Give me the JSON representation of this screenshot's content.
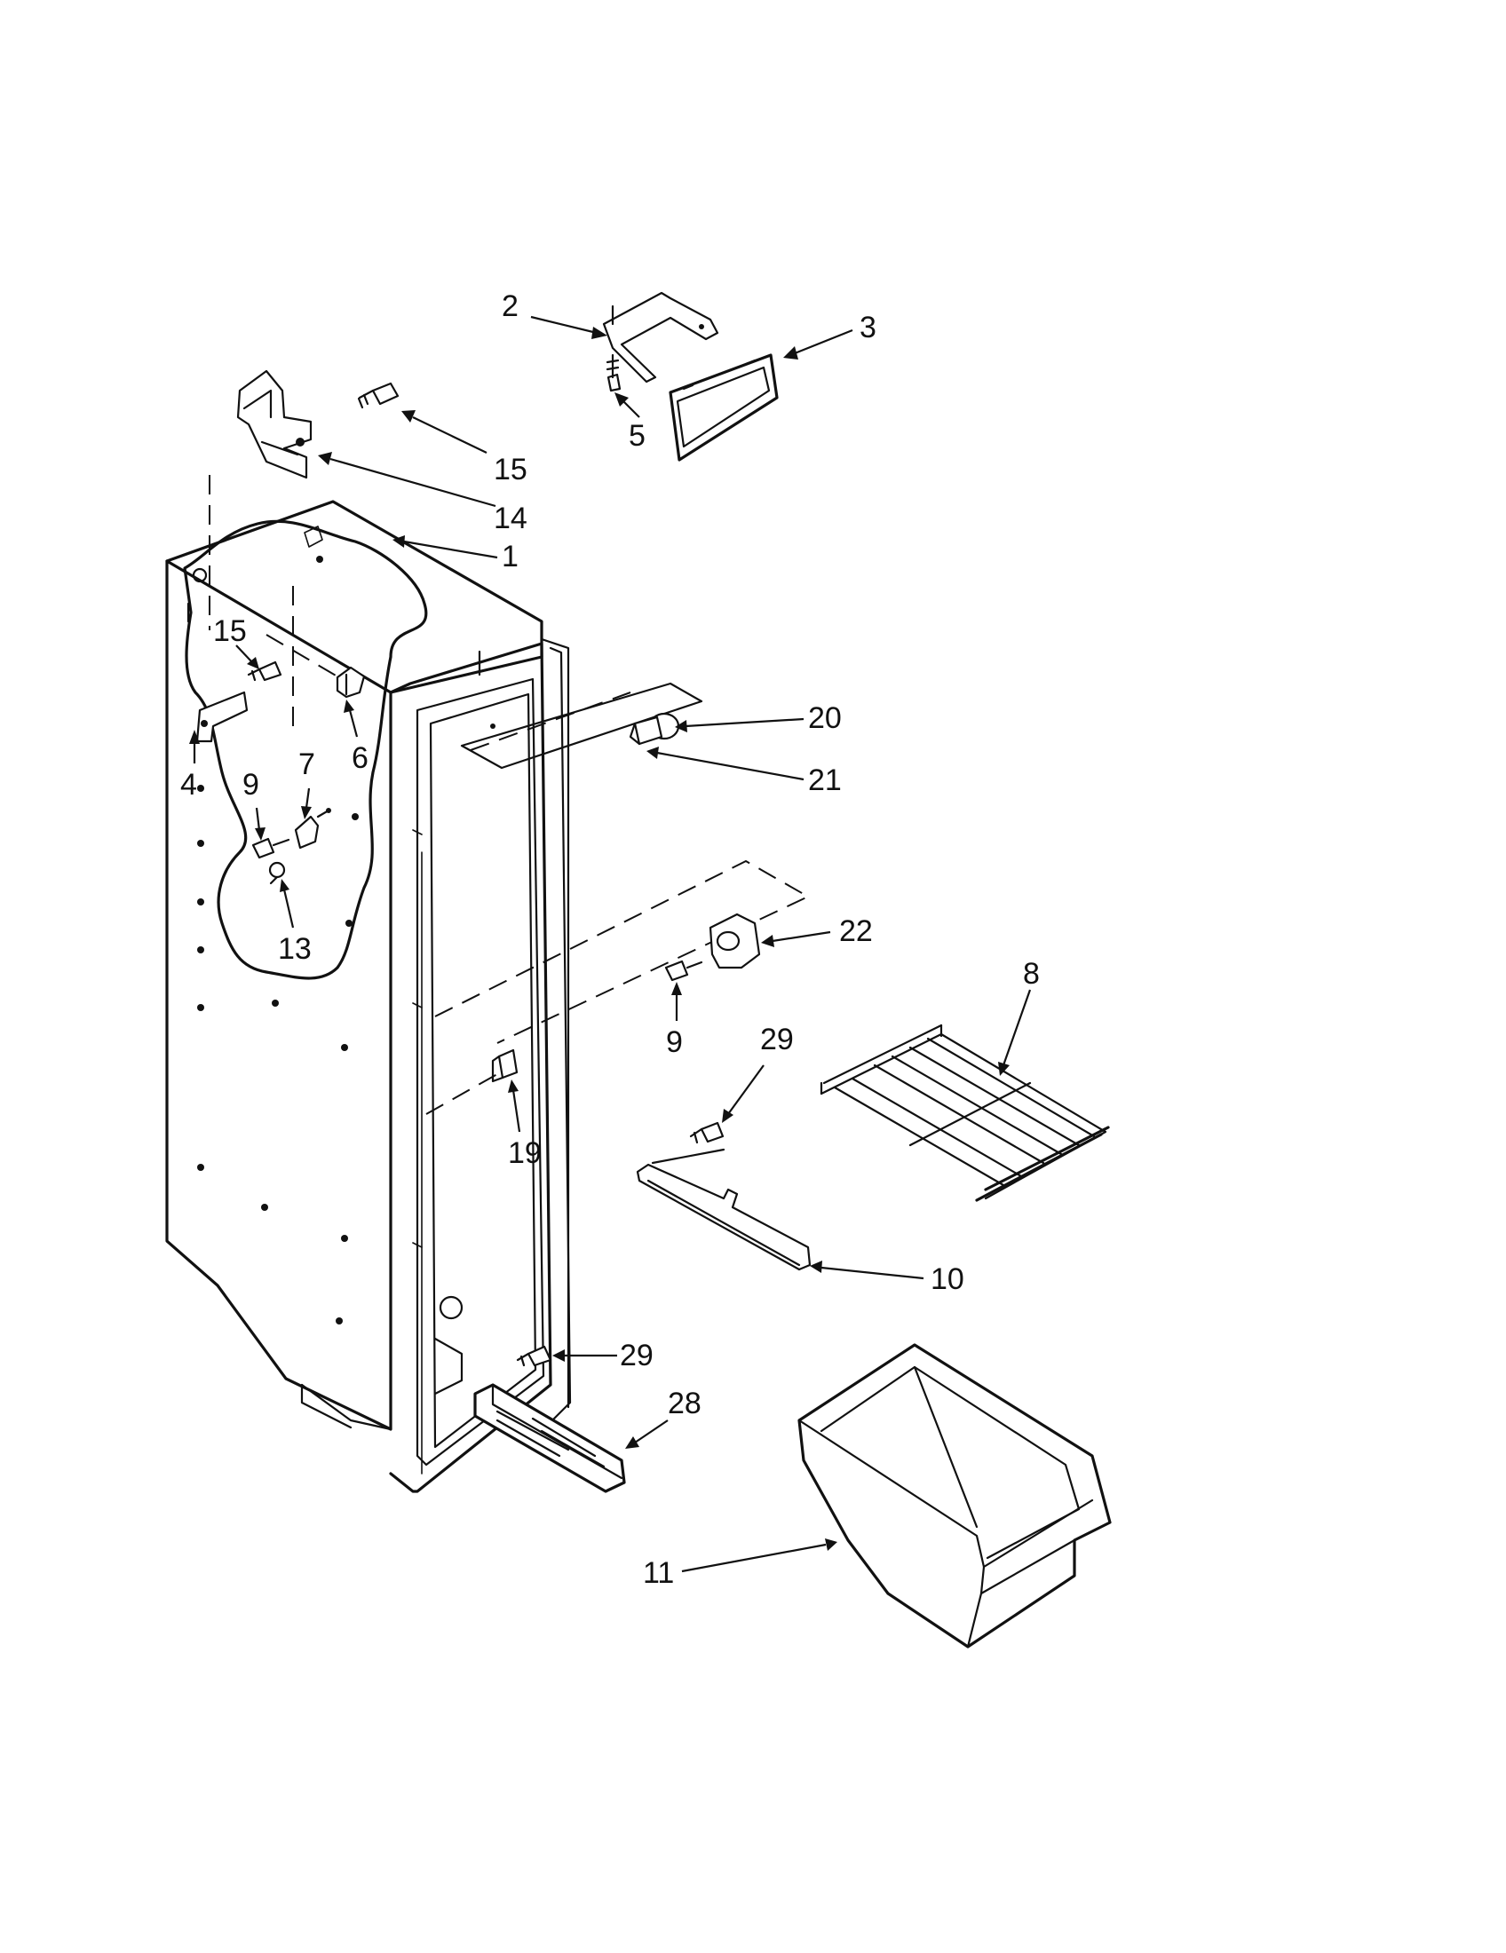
{
  "diagram": {
    "callouts": [
      {
        "id": "c1",
        "label": "1"
      },
      {
        "id": "c2",
        "label": "2"
      },
      {
        "id": "c3",
        "label": "3"
      },
      {
        "id": "c4",
        "label": "4"
      },
      {
        "id": "c5",
        "label": "5"
      },
      {
        "id": "c6",
        "label": "6"
      },
      {
        "id": "c7",
        "label": "7"
      },
      {
        "id": "c8",
        "label": "8"
      },
      {
        "id": "c9a",
        "label": "9"
      },
      {
        "id": "c9b",
        "label": "9"
      },
      {
        "id": "c10",
        "label": "10"
      },
      {
        "id": "c11",
        "label": "11"
      },
      {
        "id": "c13",
        "label": "13"
      },
      {
        "id": "c14",
        "label": "14"
      },
      {
        "id": "c15a",
        "label": "15"
      },
      {
        "id": "c15b",
        "label": "15"
      },
      {
        "id": "c19",
        "label": "19"
      },
      {
        "id": "c20",
        "label": "20"
      },
      {
        "id": "c21",
        "label": "21"
      },
      {
        "id": "c22",
        "label": "22"
      },
      {
        "id": "c28",
        "label": "28"
      },
      {
        "id": "c29a",
        "label": "29"
      },
      {
        "id": "c29b",
        "label": "29"
      }
    ]
  }
}
